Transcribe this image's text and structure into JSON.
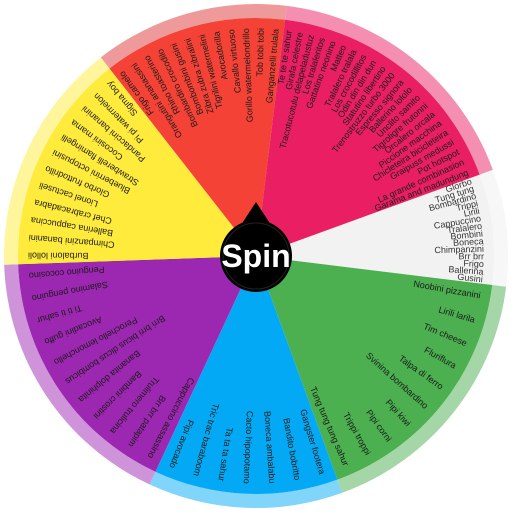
{
  "spin_label": "Spin",
  "colors": {
    "spin_button": "#000000",
    "spin_text": "#ffffff",
    "label_text": "#2b1a1a",
    "label_text_dark_bg": "#ffffff"
  },
  "segments": [
    {
      "color": "#f2f2f2",
      "ring": "#f7f7f7",
      "text_color": "#333333",
      "font_size": 8,
      "fraction": 0.075,
      "labels": [
        "Glorbo",
        "Tung tung",
        "Bombardino",
        "Trippi",
        "Lirili",
        "Cappuccino",
        "Tralalero",
        "Bombini",
        "Boneca",
        "Chimpanzini",
        "Brr brr",
        "Frigo",
        "Ballerina",
        "Gusini"
      ]
    },
    {
      "color": "#4caf50",
      "ring": "#a5d6a7",
      "text_color": "#1b1b1b",
      "font_size": 9,
      "fraction": 0.175,
      "labels": [
        "Noobini pizzanini",
        "Lirili larila",
        "Tim cheese",
        "Fluriflura",
        "Talpa di ferro",
        "Svinina bombardino",
        "Pipi kiwi",
        "Pipi corni",
        "Trippi troppi",
        "Tung tung tung sahur"
      ]
    },
    {
      "color": "#03a9f4",
      "ring": "#81d4fa",
      "text_color": "#1b1b1b",
      "font_size": 9,
      "fraction": 0.125,
      "labels": [
        "Gangster footera",
        "Bandito bobritto",
        "Boneca ambalabu",
        "Cacto hipopotamo",
        "Ta ta ta sahur",
        "Tric trac baraboom",
        "Pipi avocado"
      ]
    },
    {
      "color": "#9c27b0",
      "ring": "#ce93d8",
      "text_color": "#1b1b1b",
      "font_size": 9,
      "fraction": 0.175,
      "labels": [
        "Cappuccino assassino",
        "Brr brr patapim",
        "Trulimero trulicina",
        "Bambini crostini",
        "Bananita dolphinita",
        "Brri brri bicus dicus bombicus",
        "Perochello lemonchello",
        "Avocadini guffo",
        "Ti ti ti sahur",
        "Salamino penguino",
        "Penguino cocosino"
      ]
    },
    {
      "color": "#ffeb3b",
      "ring": "#fff59d",
      "text_color": "#1b1b1b",
      "font_size": 9,
      "fraction": 0.15,
      "labels": [
        "Burbaloni lolloli",
        "Chimpanzini bananini",
        "Ballerina cappuccina",
        "Chef crabracadabra",
        "Lionel cactuseli",
        "Glorbo fruttodrillo",
        "Blueberrini octopusini",
        "Strawberelli flamingelli",
        "Cocosini mama",
        "Pandaccini bananini",
        "Pi pi watermelon",
        "Sigma boy"
      ]
    },
    {
      "color": "#f44336",
      "ring": "#ef9a9a",
      "text_color": "#1b1b1b",
      "font_size": 9,
      "fraction": 0.125,
      "labels": [
        "Frigo camelo",
        "Orangutini ananassini",
        "Rhino toasterino",
        "Bombardiro crocodilo",
        "Bombombini gusini",
        "Zibra zubra zibralini",
        "Tigrilini watermelini",
        "Avocadorilla",
        "Cavallo virtuoso",
        "Gorillo watermelondrillo",
        "Tob tobi tobi",
        "Ganganzelli trulala"
      ]
    },
    {
      "color": "#e91e63",
      "ring": "#f48fb1",
      "text_color": "#1b1b1b",
      "font_size": 8,
      "fraction": 0.175,
      "labels": [
        "Te te te sahur",
        "Girafa celestre",
        "Tracotucotulu delapeladustuz",
        "Los tralaleritos",
        "Gattatino neonino",
        "Matteo",
        "Tralalero tralala",
        "Los crocodillitos",
        "Odin din din dun",
        "Statutino libertino",
        "Trenostruzzo turbo 3000",
        "Espresso signora",
        "Ballerino lololo",
        "Unclito samito",
        "Tigroligre frutonni",
        "Orcalero orcala",
        "Piccione macchina",
        "Chicleteira bicicleteira",
        "Graipuss medussi",
        "Pot hotspot",
        "La grande combinasion",
        "Garama and madundung"
      ]
    }
  ]
}
